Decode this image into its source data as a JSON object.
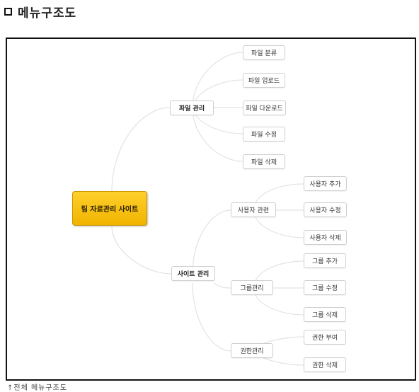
{
  "heading": {
    "icon": "square-bullet-icon",
    "text": "메뉴구조도"
  },
  "diagram": {
    "root": "팀 자료관리 사이트",
    "file_branch": {
      "label": "파일 관리",
      "children": [
        "파일 분류",
        "파일 업로드",
        "파일 다운로드",
        "파일 수정",
        "파일 삭제"
      ]
    },
    "site_branch": {
      "label": "사이트 관리",
      "user": {
        "label": "사용자 관련",
        "children": [
          "사용자 추가",
          "사용자 수정",
          "사용자 삭제"
        ]
      },
      "group": {
        "label": "그룹관리",
        "children": [
          "그룹 추가",
          "그룹 수정",
          "그룹 삭제"
        ]
      },
      "perm": {
        "label": "권한관리",
        "children": [
          "권한 부여",
          "권한 삭제"
        ]
      }
    }
  },
  "caption": "↑전체 메뉴구조도"
}
